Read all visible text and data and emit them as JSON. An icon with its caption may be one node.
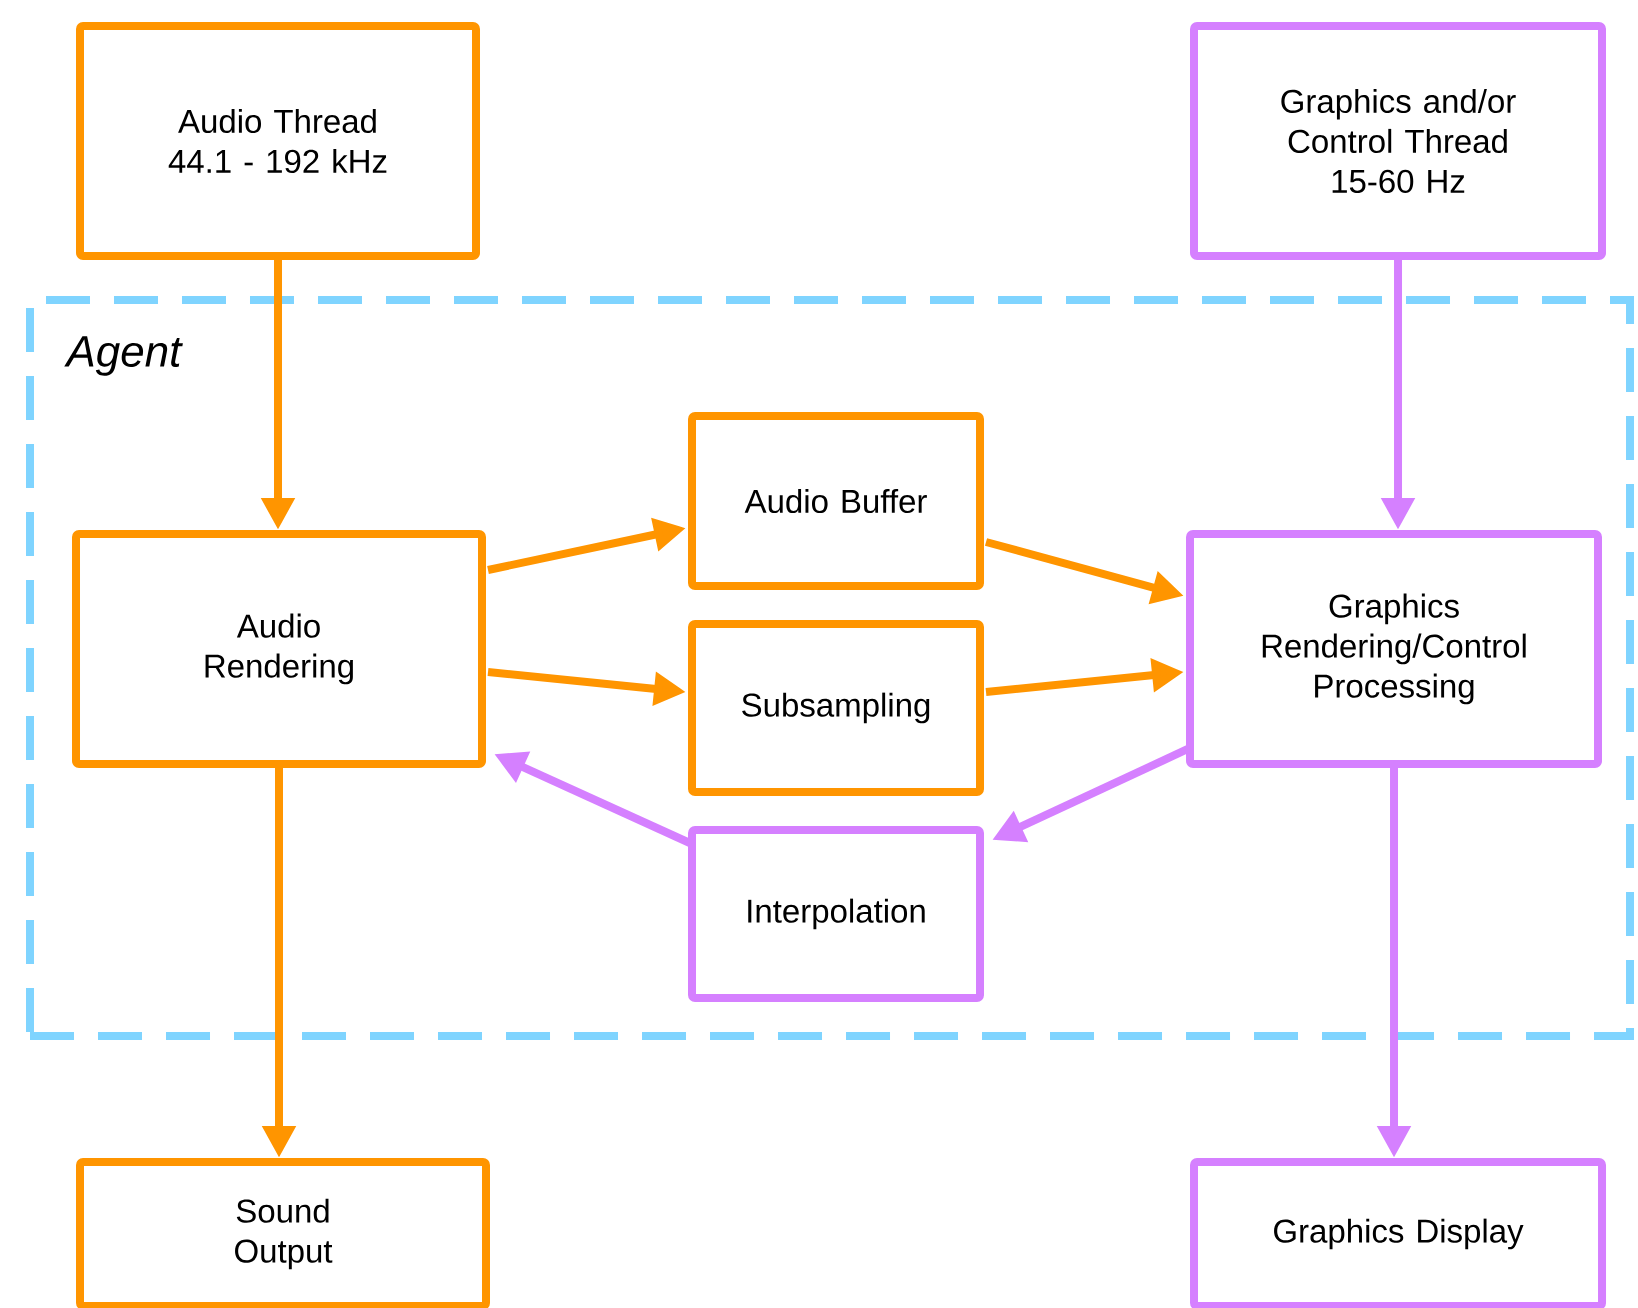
{
  "diagram": {
    "nodes": [
      {
        "text": [
          "Audio Thread 44.1 - 192 kHz"
        ]
      },
      {
        "text": [
          "Graphics and/or Control Thread 15-60 Hz"
        ]
      },
      {
        "text": [
          "Agent"
        ]
      },
      {
        "text": [
          "Audio Rendering"
        ],
        "in": 2
      },
      {
        "text": [
          "Audio Buffer"
        ],
        "in": 2
      },
      {
        "text": [
          "Subsampling"
        ],
        "in": 2
      },
      {
        "text": [
          "Graphics Rendering/Control Processing"
        ],
        "in": 2
      },
      {
        "text": [
          "Interpolation"
        ],
        "in": 2
      },
      {
        "text": [
          "Sound Output"
        ]
      },
      {
        "text": [
          "Graphics Display"
        ]
      }
    ],
    "edges": [
      {
        "from": 0,
        "to": 3,
        "arrow": "to"
      },
      {
        "from": 1,
        "to": 6,
        "arrow": "to",
        "color": "#d580ff"
      },
      {
        "from": 3,
        "to": 4,
        "arrow": "to"
      },
      {
        "from": 3,
        "to": 5,
        "arrow": "to"
      },
      {
        "from": 4,
        "to": 6,
        "arrow": "to"
      },
      {
        "from": 5,
        "to": 6,
        "arrow": "to"
      },
      {
        "from": 6,
        "to": 7,
        "arrow": "to",
        "color": "#d580ff"
      },
      {
        "from": 7,
        "to": 3,
        "arrow": "to",
        "color": "#d580ff"
      },
      {
        "from": 3,
        "to": 8,
        "arrow": "to"
      },
      {
        "from": 6,
        "to": 9,
        "arrow": "to",
        "color": "#d580ff"
      }
    ]
  }
}
